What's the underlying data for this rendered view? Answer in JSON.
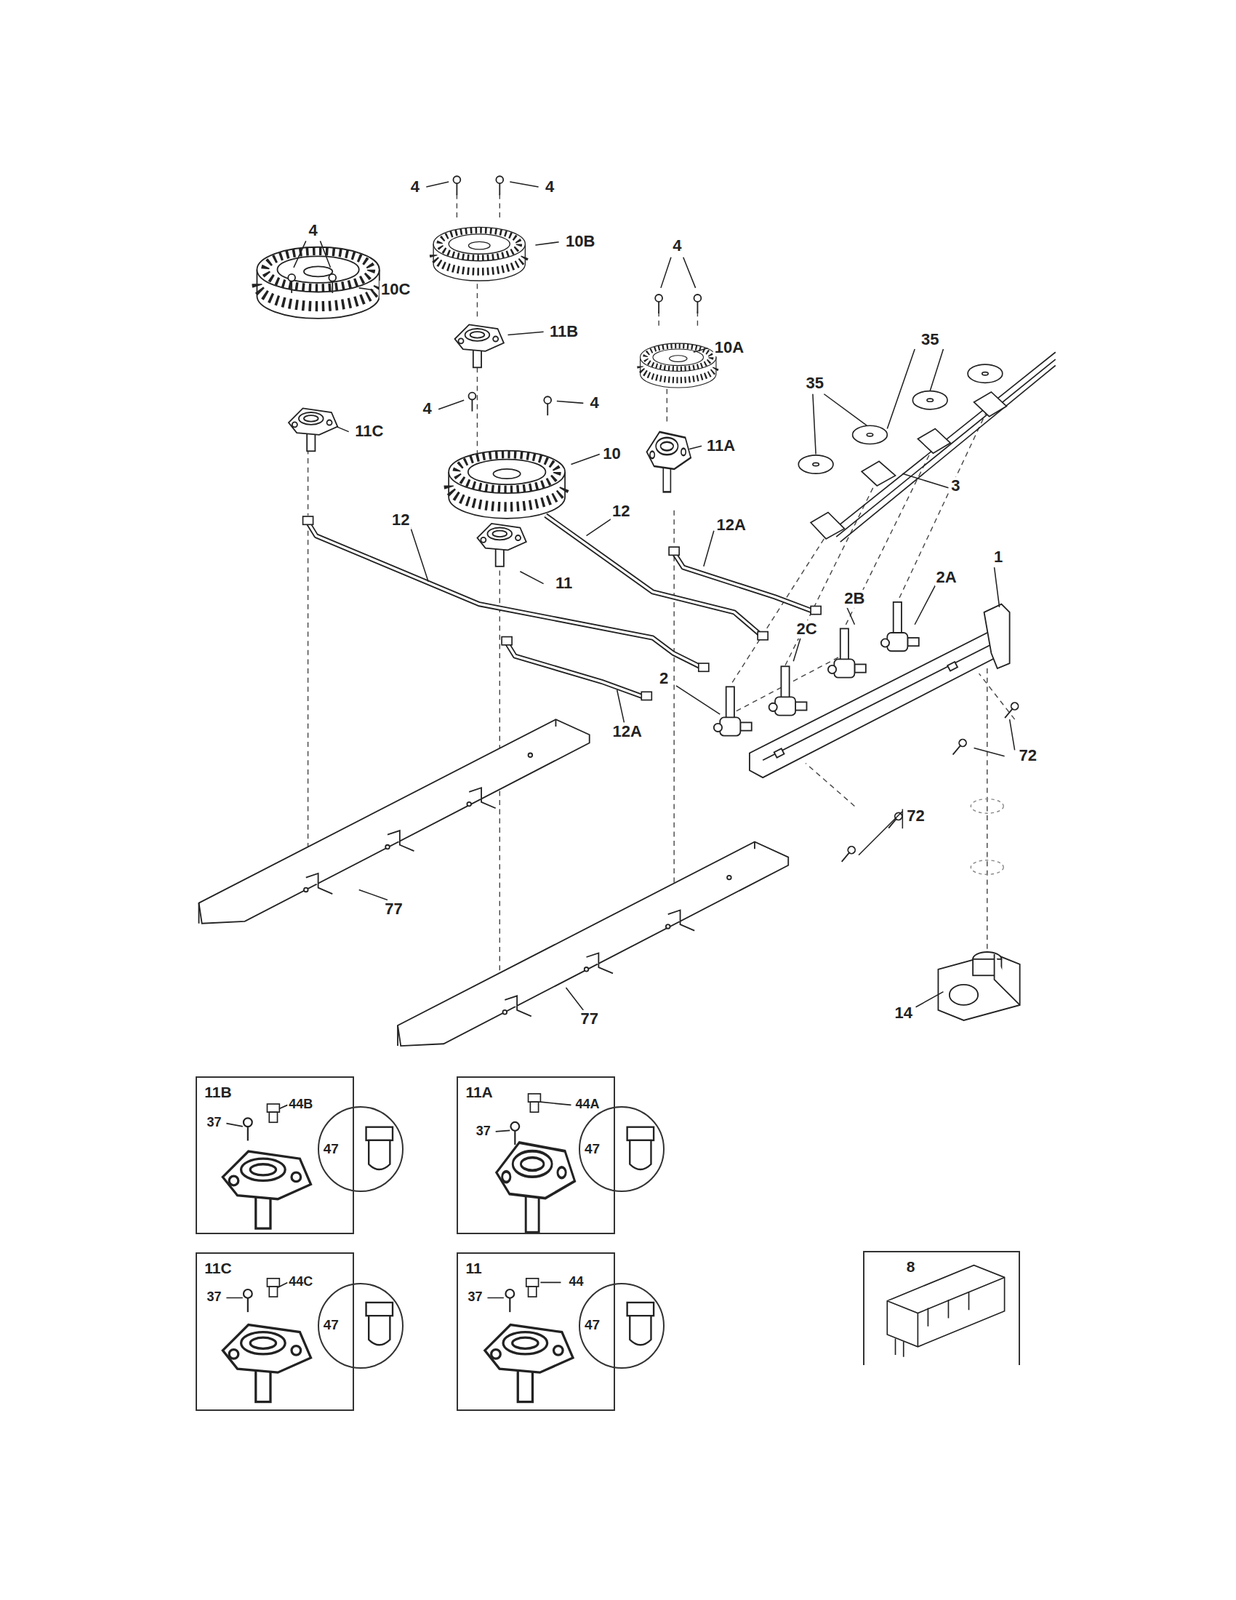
{
  "diagram": {
    "nodes": [
      {
        "text": [
          "11B"
        ]
      },
      {
        "text": [
          "47"
        ],
        "in": 0
      },
      {
        "text": [
          "11A"
        ]
      },
      {
        "text": [
          "47"
        ],
        "in": 2
      },
      {
        "text": [
          "11C"
        ]
      },
      {
        "text": [
          "47"
        ],
        "in": 4
      },
      {
        "text": [
          "11"
        ]
      },
      {
        "text": [
          "47"
        ],
        "in": 6
      },
      {
        "text": [
          "8"
        ]
      }
    ],
    "labels": [
      "4",
      "4",
      "10B",
      "4",
      "10C",
      "4",
      "11B",
      "35",
      "10A",
      "35",
      "4",
      "4",
      "11C",
      "11A",
      "10",
      "3",
      "12",
      "12",
      "12A",
      "1",
      "2A",
      "11",
      "2B",
      "2C",
      "2",
      "12A",
      "72",
      "72",
      "77",
      "14",
      "77",
      "37",
      "44B",
      "37",
      "44A",
      "37",
      "44C",
      "37",
      "44"
    ]
  }
}
